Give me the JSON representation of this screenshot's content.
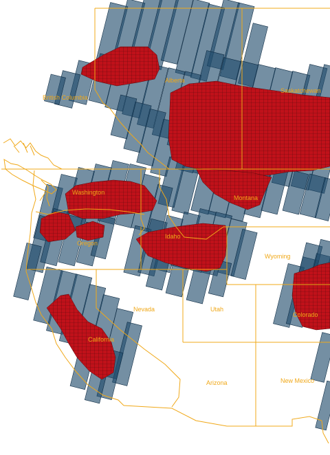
{
  "colors": {
    "background": "#ffffff",
    "boundary": "#f0a818",
    "footprint_fill": "#1f4a6b",
    "footprint_stroke": "#0f2c44",
    "coverage_fill": "#c0111a",
    "coverage_grid": "#5a0a0e"
  },
  "layers": {
    "boundaries": "state-and-province-boundaries",
    "footprints": "scene-footprints",
    "coverage": "red-coverage-grid"
  },
  "labels": [
    {
      "id": "british-columbia",
      "text": "British Columbia"
    },
    {
      "id": "alberta",
      "text": "Alberta"
    },
    {
      "id": "saskatchewan",
      "text": "Saskatchewan"
    },
    {
      "id": "washington",
      "text": "Washington"
    },
    {
      "id": "montana",
      "text": "Montana"
    },
    {
      "id": "oregon",
      "text": "Oregon"
    },
    {
      "id": "idaho",
      "text": "Idaho"
    },
    {
      "id": "wyoming",
      "text": "Wyoming"
    },
    {
      "id": "nevada",
      "text": "Nevada"
    },
    {
      "id": "utah",
      "text": "Utah"
    },
    {
      "id": "colorado",
      "text": "Colorado"
    },
    {
      "id": "california",
      "text": "California"
    },
    {
      "id": "arizona",
      "text": "Arizona"
    },
    {
      "id": "new-mexico",
      "text": "New Mexico"
    }
  ]
}
